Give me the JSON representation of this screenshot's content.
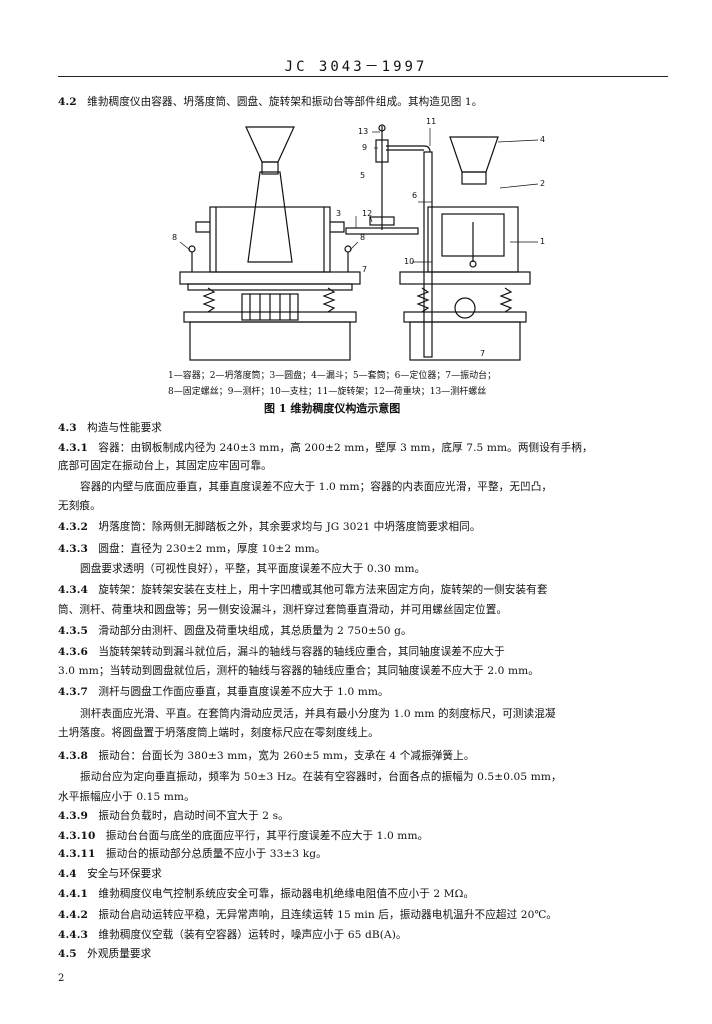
{
  "header": "JC 3043－1997",
  "intro": {
    "num": "4.2",
    "text": "维勃稠度仪由容器、坍落度筒、圆盘、旋转架和振动台等部件组成。其构造见图 1。"
  },
  "figure": {
    "labels": [
      "1",
      "2",
      "3",
      "4",
      "5",
      "6",
      "7",
      "8",
      "9",
      "10",
      "11",
      "12",
      "13"
    ],
    "legend_line1": "1—容器；2—坍落度筒；3—圆盘；4—漏斗；5—套筒；6—定位器；7—振动台；",
    "legend_line2": "8—固定螺丝；9—测杆；10—支柱；11—旋转架；12—荷重块；13—测杆螺丝",
    "title": "图 1   维勃稠度仪构造示意图"
  },
  "sec43": {
    "num": "4.3",
    "title": "构造与性能要求"
  },
  "p431": {
    "num": "4.3.1",
    "line1": "容器：由钢板制成内径为 240±3 mm，高 200±2 mm，壁厚 3 mm，底厚 7.5 mm。两侧设有手柄，",
    "line2": "底部可固定在振动台上，其固定应牢固可靠。",
    "line3": "容器的内壁与底面应垂直，其垂直度误差不应大于 1.0 mm；容器的内表面应光滑，平整，无凹凸，",
    "line4": "无刻痕。"
  },
  "p432": {
    "num": "4.3.2",
    "text": "坍落度筒：除两侧无脚踏板之外，其余要求均与 JG 3021 中坍落度筒要求相同。"
  },
  "p433": {
    "num": "4.3.3",
    "line1": "圆盘：直径为 230±2 mm，厚度 10±2 mm。",
    "line2": "圆盘要求透明（可视性良好），平整，其平面度误差不应大于 0.30 mm。"
  },
  "p434": {
    "num": "4.3.4",
    "line1": "旋转架：旋转架安装在支柱上，用十字凹槽或其他可靠方法来固定方向，旋转架的一侧安装有套",
    "line2": "筒、测杆、荷重块和圆盘等；另一侧安设漏斗，测杆穿过套筒垂直滑动，并可用螺丝固定位置。"
  },
  "p435": {
    "num": "4.3.5",
    "text": "滑动部分由测杆、圆盘及荷重块组成，其总质量为 2 750±50 g。"
  },
  "p436": {
    "num": "4.3.6",
    "line1": "当旋转架转动到漏斗就位后，漏斗的轴线与容器的轴线应重合，其同轴度误差不应大于",
    "line2": "3.0 mm；当转动到圆盘就位后，测杆的轴线与容器的轴线应重合；其同轴度误差不应大于 2.0 mm。"
  },
  "p437": {
    "num": "4.3.7",
    "line1": "测杆与圆盘工作面应垂直，其垂直度误差不应大于 1.0 mm。",
    "line2": "测杆表面应光滑、平直。在套筒内滑动应灵活，并具有最小分度为 1.0 mm 的刻度标尺，可测读混凝",
    "line3": "土坍落度。将圆盘置于坍落度筒上端时，刻度标尺应在零刻度线上。"
  },
  "p438": {
    "num": "4.3.8",
    "line1": "振动台：台面长为 380±3 mm，宽为 260±5 mm，支承在 4 个减振弹簧上。",
    "line2": "振动台应为定向垂直振动，频率为 50±3 Hz。在装有空容器时，台面各点的振幅为 0.5±0.05 mm，",
    "line3": "水平振幅应小于 0.15 mm。"
  },
  "p439": {
    "num": "4.3.9",
    "text": "振动台负载时，启动时间不宜大于 2 s。"
  },
  "p4310": {
    "num": "4.3.10",
    "text": "振动台台面与底坐的底面应平行，其平行度误差不应大于 1.0 mm。"
  },
  "p4311": {
    "num": "4.3.11",
    "text": "振动台的振动部分总质量不应小于 33±3 kg。"
  },
  "sec44": {
    "num": "4.4",
    "title": "安全与环保要求"
  },
  "p441": {
    "num": "4.4.1",
    "text": "维勃稠度仪电气控制系统应安全可靠，振动器电机绝缘电阻值不应小于 2 MΩ。"
  },
  "p442": {
    "num": "4.4.2",
    "text": "振动台启动运转应平稳，无异常声响，且连续运转 15 min 后，振动器电机温升不应超过 20℃。"
  },
  "p443": {
    "num": "4.4.3",
    "text": "维勃稠度仪空载（装有空容器）运转时，噪声应小于 65 dB(A)。"
  },
  "sec45": {
    "num": "4.5",
    "title": "外观质量要求"
  },
  "page_number": "2"
}
